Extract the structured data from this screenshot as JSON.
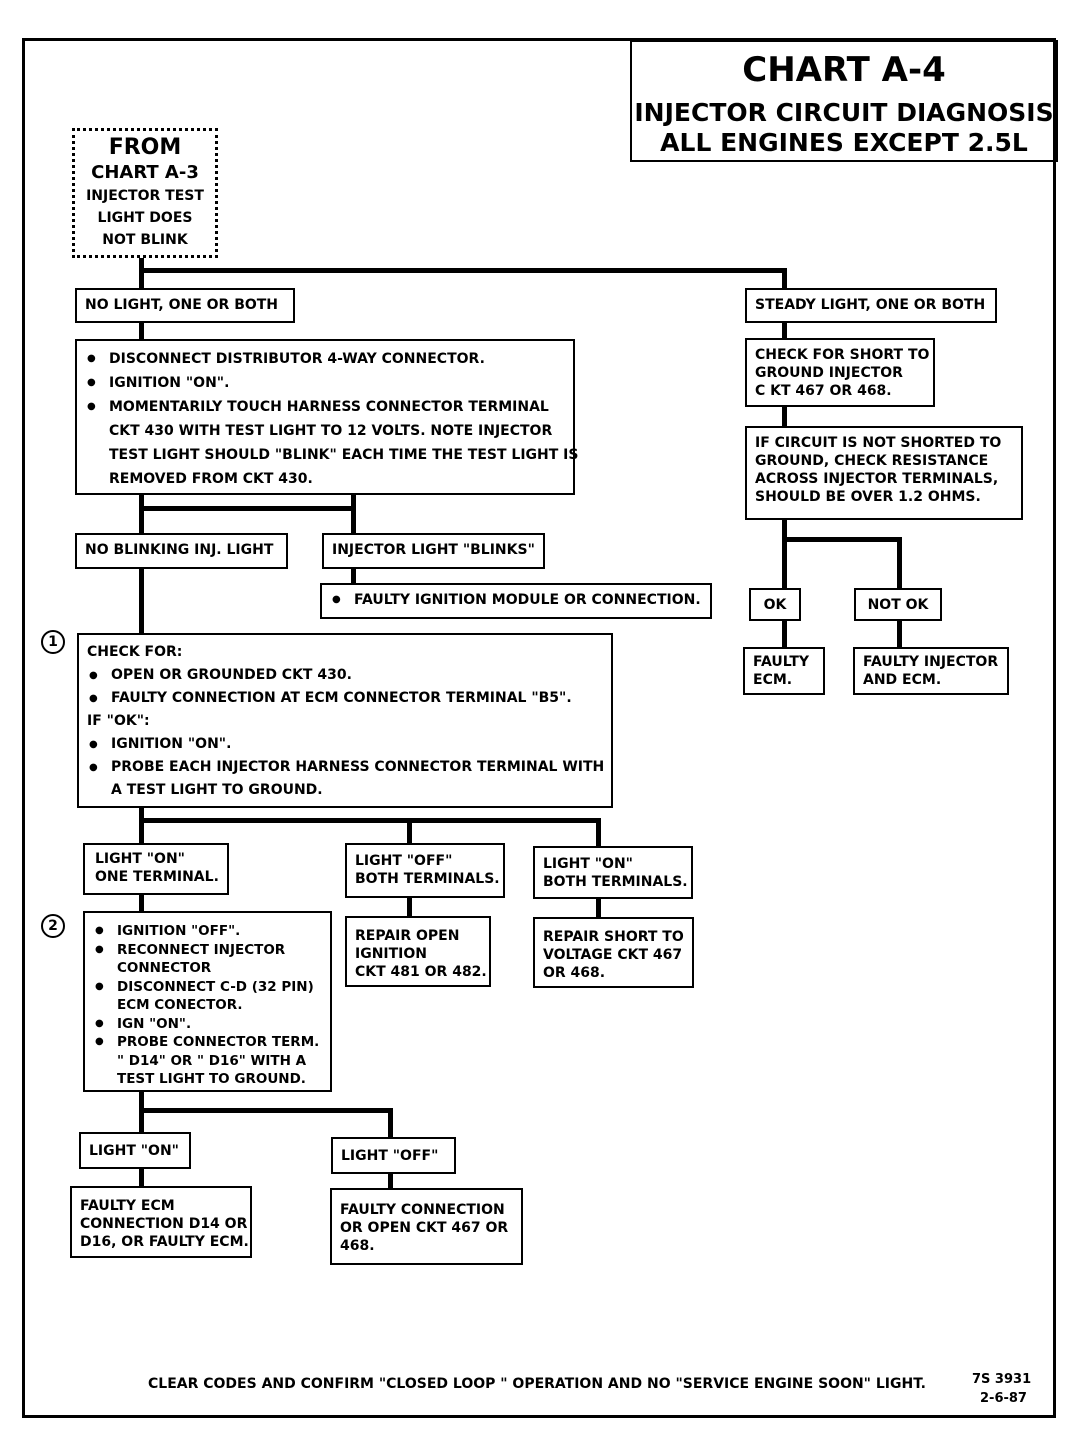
{
  "title": {
    "chart": "CHART A-4",
    "line1": "INJECTOR CIRCUIT DIAGNOSIS",
    "line2": "ALL ENGINES EXCEPT 2.5L"
  },
  "from": {
    "line1": "FROM",
    "line2": "CHART A-3",
    "line3": "INJECTOR TEST",
    "line4": "LIGHT DOES",
    "line5": "NOT BLINK"
  },
  "no_light": "NO  LIGHT, ONE OR BOTH",
  "steady_light": "STEADY LIGHT, ONE OR BOTH",
  "step_a": {
    "b1": "DISCONNECT DISTRIBUTOR 4-WAY CONNECTOR.",
    "b2": "IGNITION \"ON\".",
    "b3_1": "MOMENTARILY TOUCH HARNESS CONNECTOR TERMINAL",
    "b3_2": "CKT 430 WITH TEST LIGHT TO 12 VOLTS.  NOTE INJECTOR",
    "b3_3": "TEST LIGHT SHOULD \"BLINK\" EACH TIME THE TEST LIGHT IS",
    "b3_4": "REMOVED FROM CKT 430."
  },
  "check_short": {
    "l1": "CHECK FOR SHORT TO",
    "l2": "GROUND INJECTOR",
    "l3": "C KT 467 OR 468."
  },
  "not_shorted": {
    "l1": "IF CIRCUIT IS NOT SHORTED TO",
    "l2": "GROUND, CHECK RESISTANCE",
    "l3": "ACROSS INJECTOR TERMINALS,",
    "l4": "SHOULD BE OVER 1.2 OHMS."
  },
  "ok": "OK",
  "not_ok": "NOT OK",
  "faulty_ecm": {
    "l1": "FAULTY",
    "l2": "ECM."
  },
  "faulty_injector_ecm": {
    "l1": "FAULTY INJECTOR",
    "l2": "AND ECM."
  },
  "no_blinking": "NO BLINKING INJ. LIGHT",
  "injector_blinks": "INJECTOR LIGHT \"BLINKS\"",
  "faulty_ignition": "FAULTY IGNITION MODULE OR CONNECTION.",
  "step1_num": "1",
  "step1": {
    "head": "CHECK FOR:",
    "b1": "OPEN OR GROUNDED CKT 430.",
    "b2": "FAULTY CONNECTION AT ECM CONNECTOR TERMINAL \"B5\".",
    "if_ok": "IF \"OK\":",
    "b3": "IGNITION \"ON\".",
    "b4_1": "PROBE EACH  INJECTOR HARNESS CONNECTOR TERMINAL WITH",
    "b4_2": "A TEST LIGHT TO GROUND."
  },
  "light_on_one": {
    "l1": "LIGHT  \"ON\"",
    "l2": "ONE TERMINAL."
  },
  "light_off_both": {
    "l1": "LIGHT  \"OFF\"",
    "l2": "BOTH TERMINALS."
  },
  "light_on_both": {
    "l1": "LIGHT  \"ON\"",
    "l2": "BOTH TERMINALS."
  },
  "repair_open": {
    "l1": "REPAIR OPEN",
    "l2": "IGNITION",
    "l3": "CKT 481 OR 482."
  },
  "repair_short": {
    "l1": "REPAIR SHORT TO",
    "l2": "VOLTAGE CKT 467",
    "l3": "OR 468."
  },
  "step2_num": "2",
  "step2": {
    "b1": "IGNITION \"OFF\".",
    "b2_1": "RECONNECT INJECTOR",
    "b2_2": "CONNECTOR",
    "b3_1": "DISCONNECT C-D (32 PIN)",
    "b3_2": "ECM CONECTOR.",
    "b4": "IGN \"ON\".",
    "b5_1": "PROBE CONNECTOR TERM.",
    "b5_2": "\" D14\"  OR \" D16\"  WITH A",
    "b5_3": "TEST LIGHT TO GROUND."
  },
  "light_on2": "LIGHT \"ON\"",
  "light_off2": "LIGHT  \"OFF\"",
  "faulty_ecm_conn": {
    "l1": "FAULTY ECM",
    "l2": "CONNECTION D14 OR",
    "l3": "D16, OR FAULTY ECM."
  },
  "faulty_conn": {
    "l1": "FAULTY CONNECTION",
    "l2": "OR OPEN CKT  467 OR",
    "l3": "468."
  },
  "footer": "CLEAR CODES AND CONFIRM \"CLOSED LOOP \" OPERATION AND NO \"SERVICE ENGINE SOON\" LIGHT.",
  "doc_id": "7S 3931",
  "doc_date": "2-6-87"
}
